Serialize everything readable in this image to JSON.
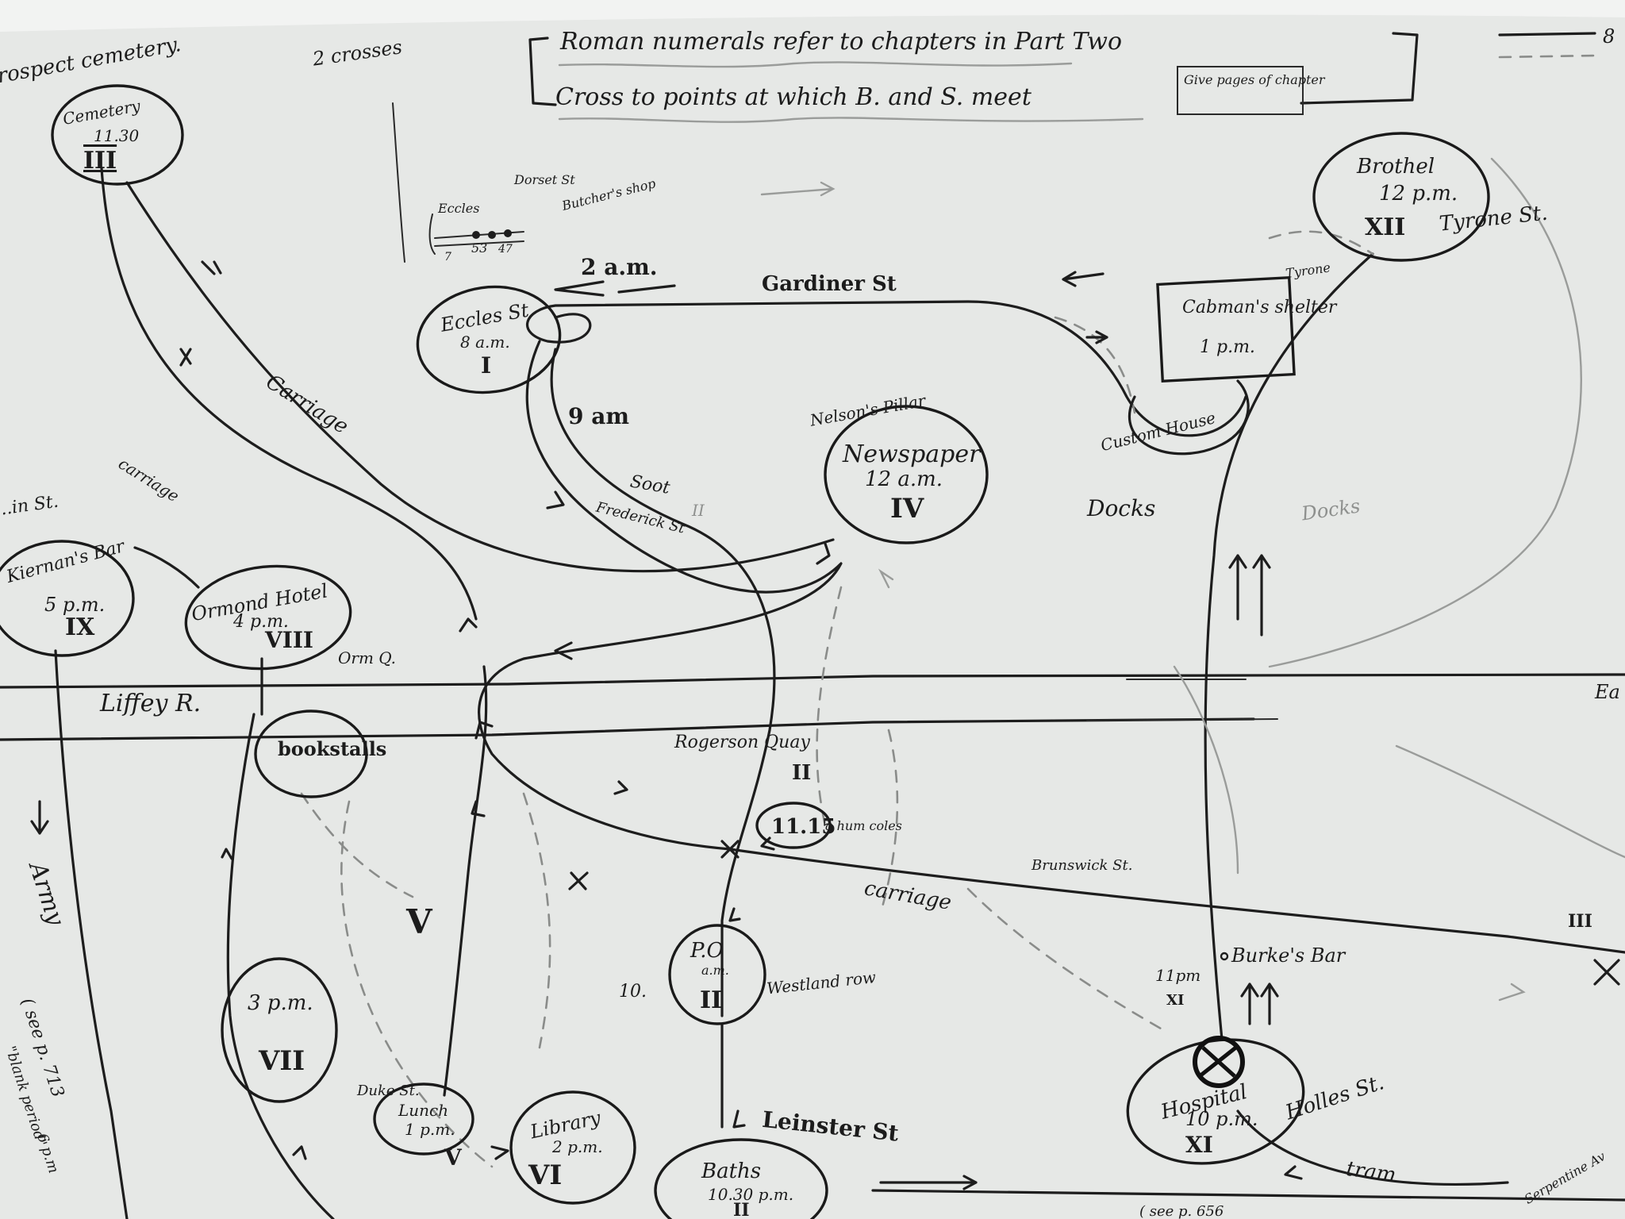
{
  "legend": {
    "line1": "Roman numerals refer to chapters in Part Two",
    "line2": "Cross to points at which B. and S. meet",
    "note": "Give pages of chapter"
  },
  "top_left_note": "Prospect cemetery.",
  "top_note": "2 crosses",
  "nodes": {
    "cemetery": {
      "name": "Cemetery",
      "time": "11.30",
      "chapter": "III"
    },
    "eccles": {
      "name": "Eccles St",
      "time": "8 a.m.",
      "chapter": "I"
    },
    "newspaper": {
      "name": "Newspaper",
      "time": "12 a.m.",
      "chapter": "IV"
    },
    "brothel": {
      "name": "Brothel",
      "time": "12 p.m.",
      "chapter": "XII"
    },
    "cabmans": {
      "name": "Cabman's shelter",
      "time": "1 p.m."
    },
    "kiernans": {
      "name": "Kiernan's Bar",
      "time": "5 p.m.",
      "chapter": "IX"
    },
    "ormond": {
      "name": "Ormond Hotel",
      "time": "4 p.m.",
      "chapter": "VIII"
    },
    "bookstalls": {
      "name": "bookstalls"
    },
    "po": {
      "name": "P.O",
      "time": "a.m.",
      "chapter": "II",
      "side": "10."
    },
    "threepm": {
      "time": "3 p.m.",
      "chapter": "VII"
    },
    "lunch": {
      "name": "Lunch",
      "time": "1 p.m.",
      "chapter": "V"
    },
    "library": {
      "name": "Library",
      "time": "2 p.m.",
      "chapter": "VI"
    },
    "baths": {
      "name": "Baths",
      "time": "10.30 p.m.",
      "chapter": "II"
    },
    "hospital": {
      "name": "Hospital",
      "time": "10 p.m.",
      "chapter": "XI"
    },
    "eleven15": {
      "time": "11.15"
    }
  },
  "labels": {
    "gardiner": "Gardiner St",
    "two_am": "2 a.m.",
    "nine_am": "9 am",
    "carriage1": "Carriage",
    "carriage2": "carriage",
    "carriage3": "carriage",
    "nelsons": "Nelson's Pillar",
    "docks": "Docks",
    "docks2": "Docks",
    "custom": "Custom House",
    "tyrone": "Tyrone St.",
    "tyrone2": "Tyrone",
    "liffey": "Liffey R.",
    "ormq": "Orm Q.",
    "rogersons": "Rogerson Quay",
    "rog_ch": "II",
    "brunswick": "Brunswick St.",
    "burkes": "Burke's Bar",
    "elevenpm": "11pm",
    "xi": "XI",
    "holles": "Holles St.",
    "leinster": "Leinster St",
    "westland": "Westland row",
    "duke": "Duke St.",
    "chapter_v": "V",
    "sooth": "Soot",
    "frederick": "Frederick St",
    "dorset": "Dorset St",
    "butchers": "Butcher's shop",
    "eccles_small": "Eccles",
    "no_7": "7",
    "no_53": "53",
    "no_47": "47",
    "tram": "tram",
    "serpentine": "Serpentine Av",
    "mainst": "...in St.",
    "army": "Army",
    "see713": "( see p. 713",
    "blank": "\"blank period\"",
    "sixpm": "6 p.m",
    "see656": "( see p. 656",
    "ahumcolis": "a hum coles",
    "lone_ii": "II",
    "right_iii": "III",
    "right_ea": "Ea",
    "top_right": "8"
  }
}
